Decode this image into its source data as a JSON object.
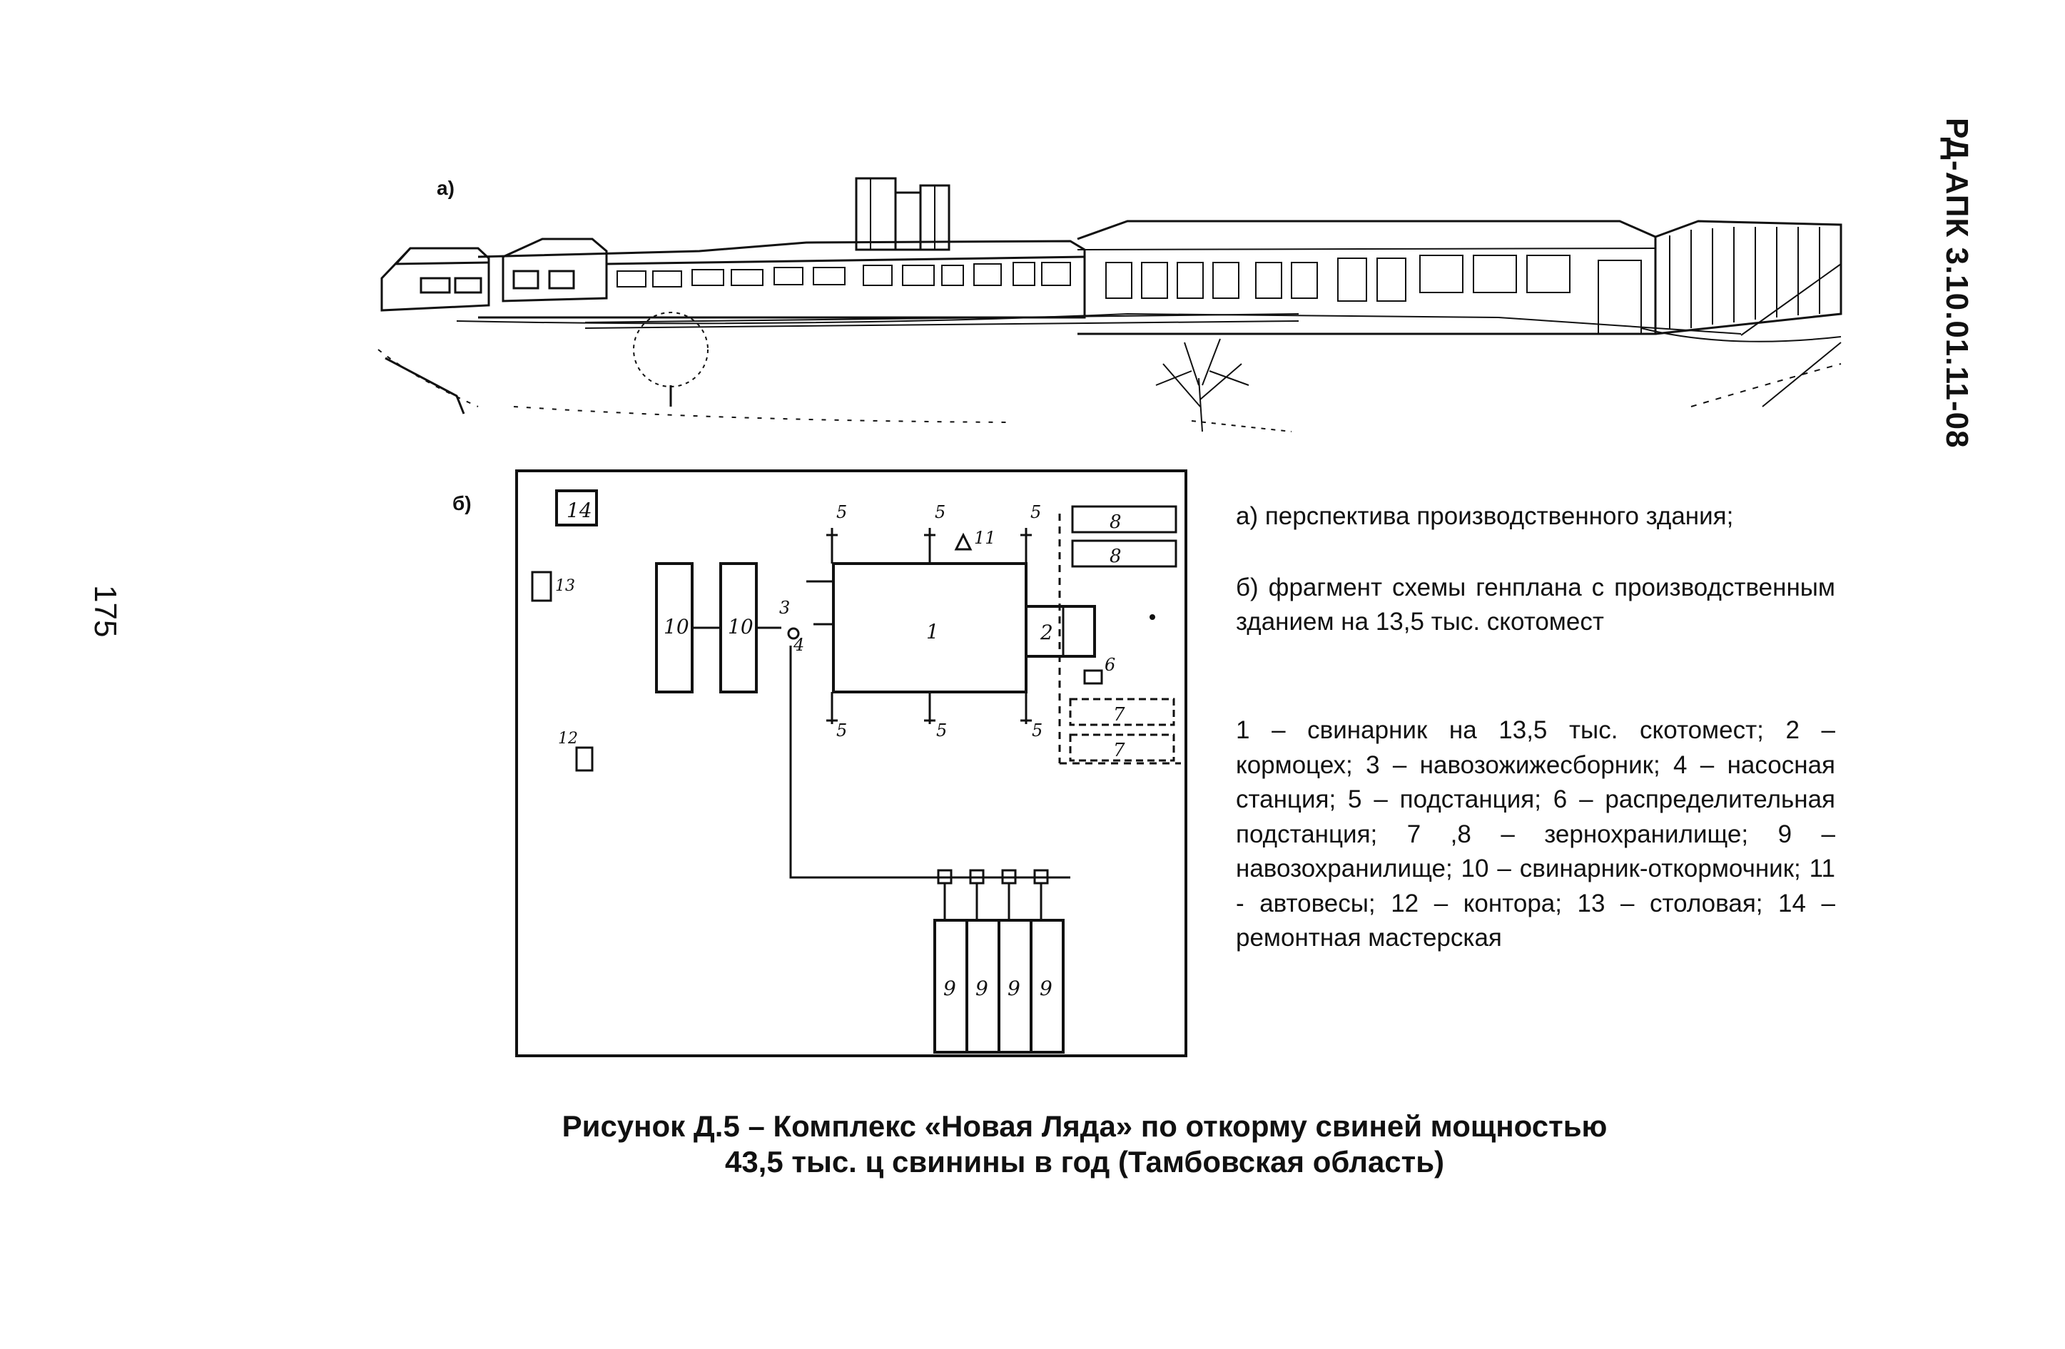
{
  "header": {
    "doc_code": "РД-АПК 3.10.01.11-08",
    "page_number": "175"
  },
  "figure": {
    "label_a": "а)",
    "label_b": "б)",
    "description_a": "а) перспектива производственного здания;",
    "description_b": "б) фрагмент схемы генплана с производственным зданием на 13,5 тыс. скотомест",
    "legend": "1 – свинарник на 13,5 тыс. скотомест; 2 – кормоцех; 3 – навозожижесборник; 4 – насосная станция; 5 – подстанция; 6 – распределительная подстанция; 7 ,8 – зернохранилище; 9 – навозохранилище; 10 – свинарник-откормочник; 11 - автовесы; 12 – контора; 13 – столовая; 14 – ремонтная мастерская",
    "plan_labels": {
      "n1": "1",
      "n2": "2",
      "n3": "3",
      "n4": "4",
      "n5": "5",
      "n6": "6",
      "n7": "7",
      "n8": "8",
      "n9": "9",
      "n10": "10",
      "n11": "11",
      "n12": "12",
      "n13": "13",
      "n14": "14"
    }
  },
  "caption": {
    "line1": "Рисунок Д.5 – Комплекс «Новая Ляда» по откорму свиней мощностью",
    "line2": "43,5 тыс. ц свинины в год (Тамбовская область)"
  }
}
